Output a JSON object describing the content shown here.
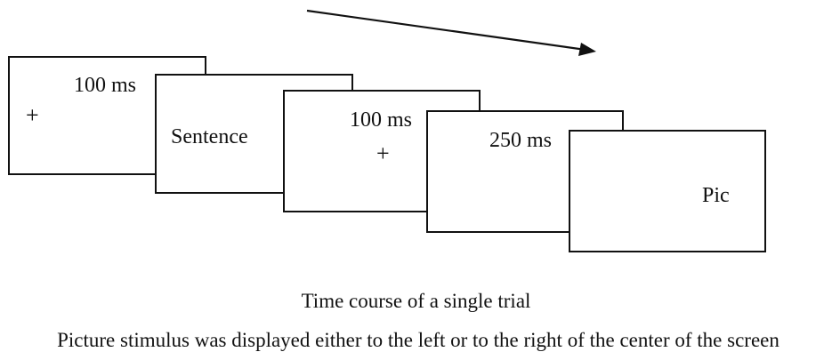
{
  "frames": [
    {
      "label": "100 ms",
      "fixation": "+"
    },
    {
      "label": "Sentence"
    },
    {
      "label": "100 ms",
      "fixation": "+"
    },
    {
      "label": "250 ms"
    },
    {
      "label": "Pic"
    }
  ],
  "captions": {
    "title": "Time course of a single trial",
    "note": "Picture stimulus was displayed either to the left or to the right of the center of the screen"
  }
}
